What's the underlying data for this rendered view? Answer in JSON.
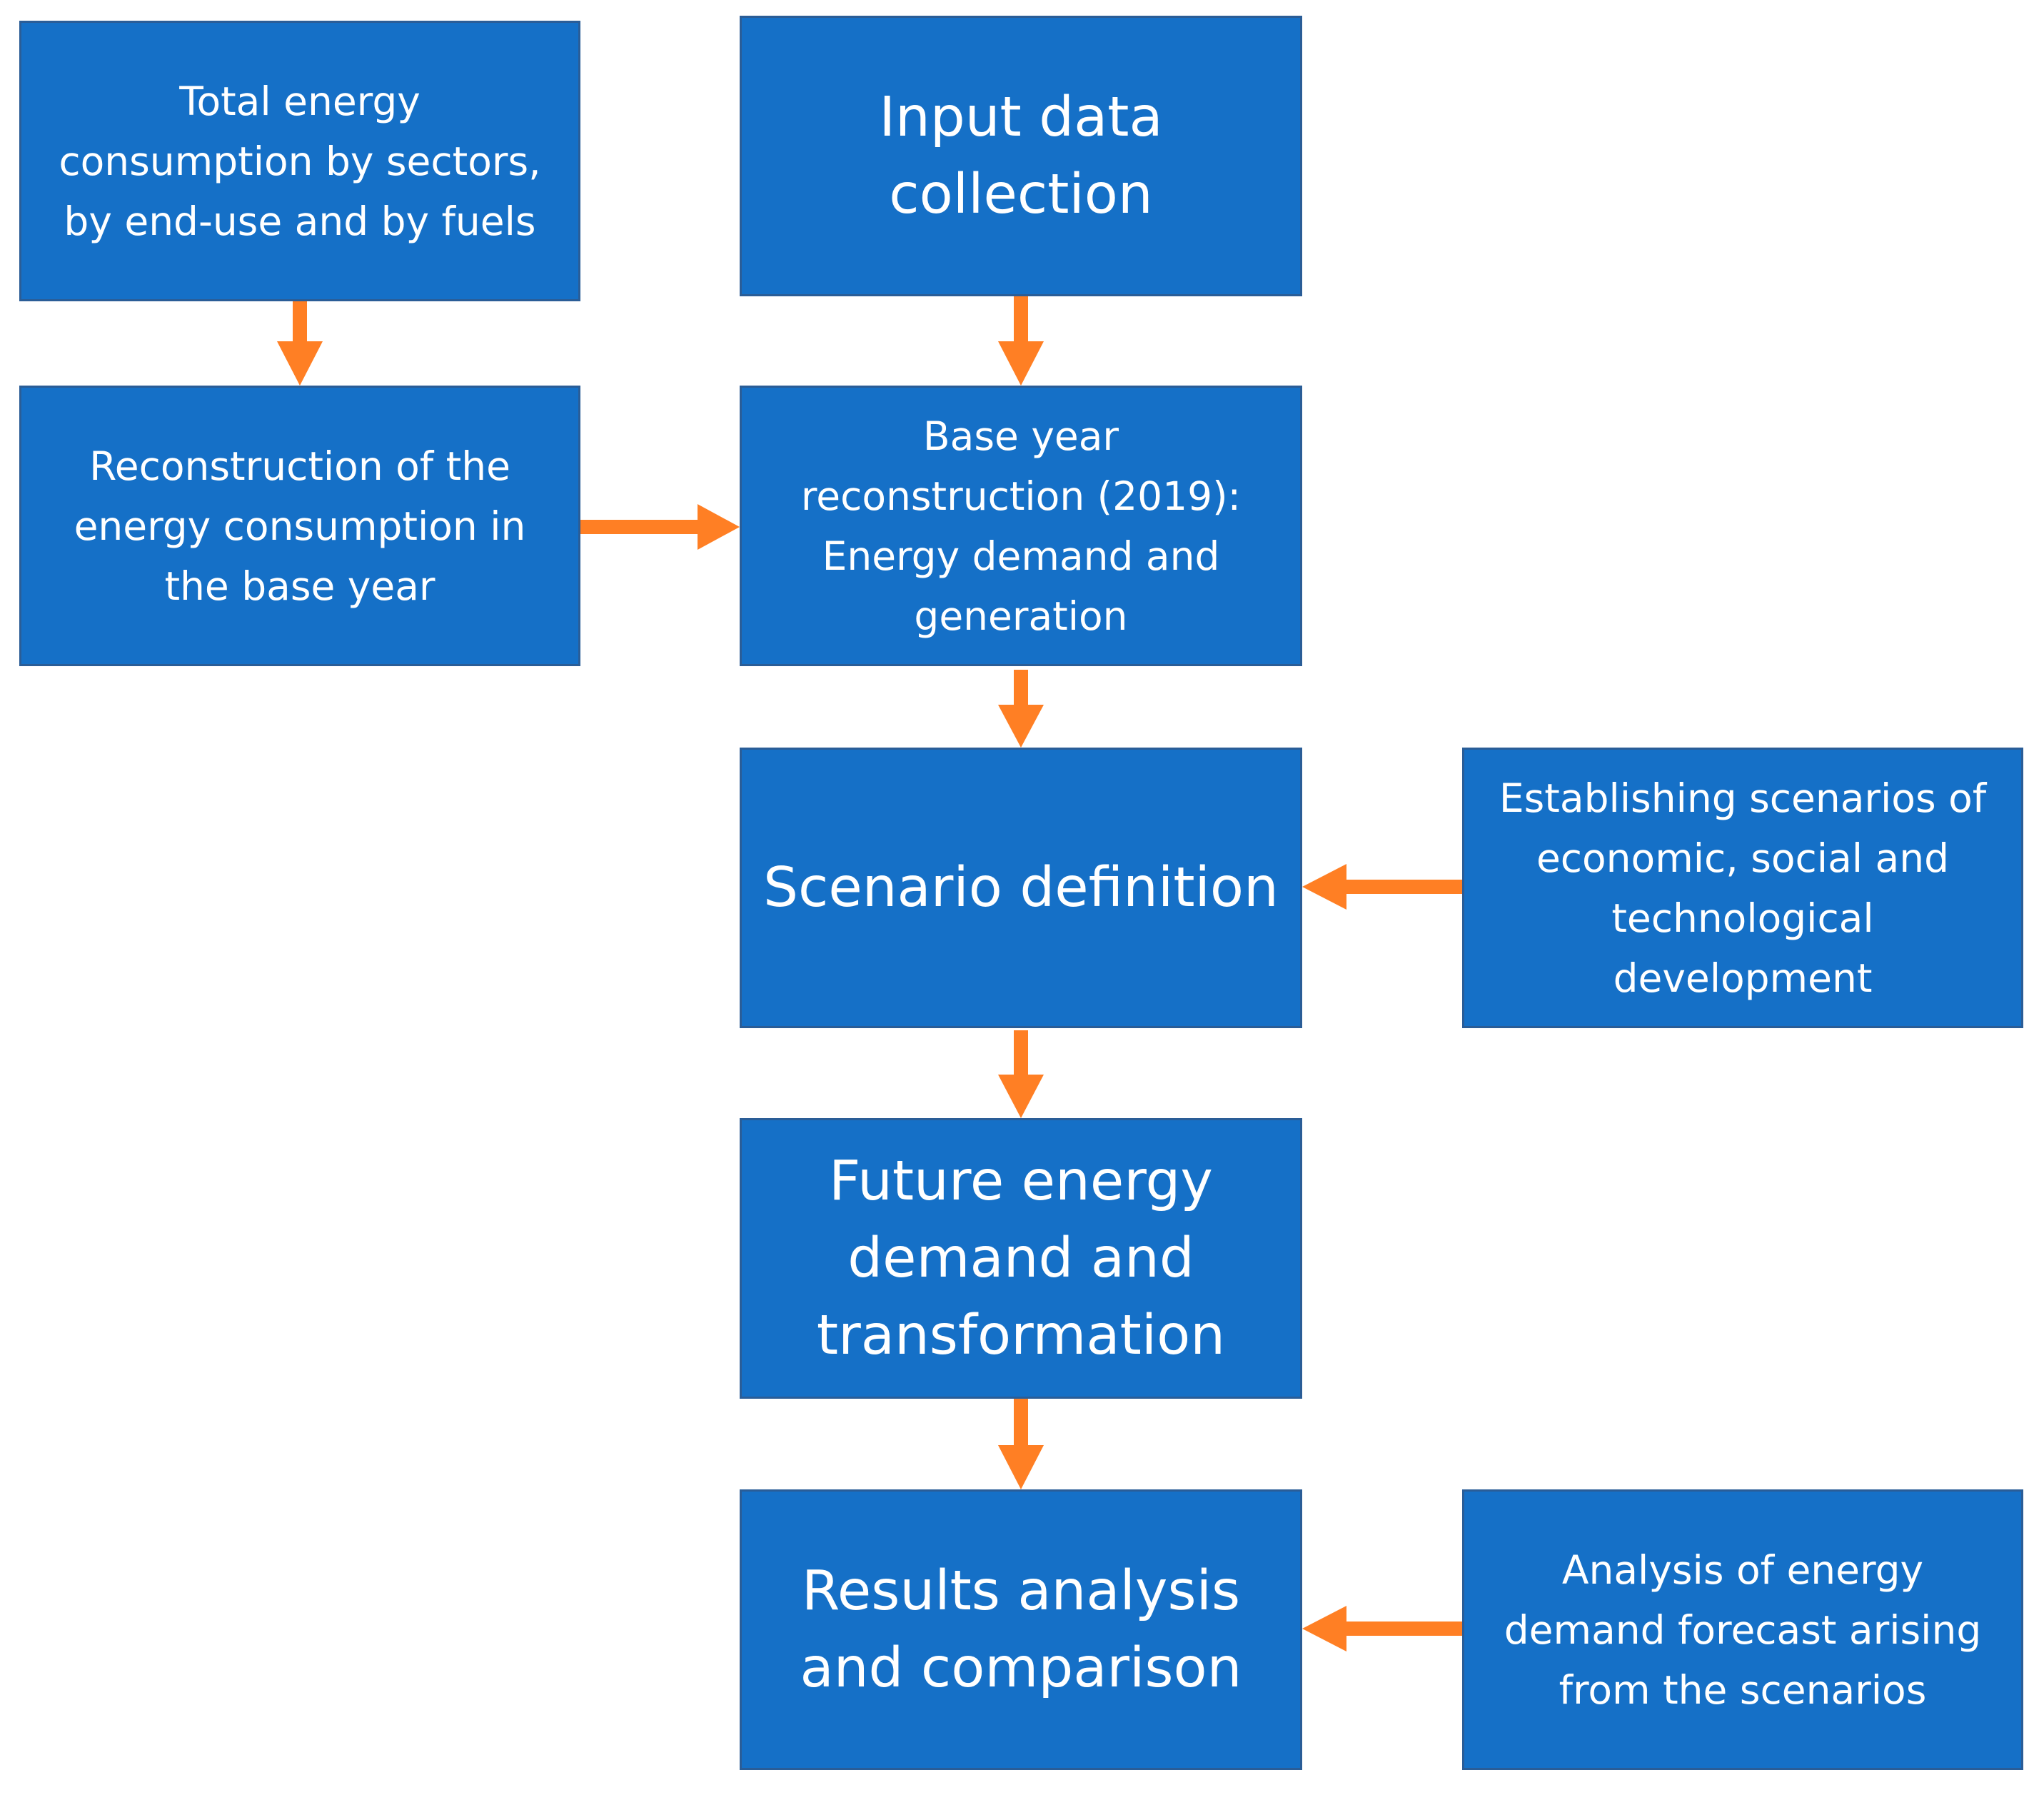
{
  "diagram": {
    "boxes": {
      "total_energy": "Total energy\nconsumption by sectors,\nby end-use and by fuels",
      "input_data": "Input data\ncollection",
      "reconstruction": "Reconstruction of the\nenergy consumption in\nthe base year",
      "base_year": "Base year\nreconstruction (2019):\nEnergy demand and\ngeneration",
      "scenario_definition": "Scenario definition",
      "establishing_scenarios": "Establishing scenarios of\neconomic, social and\ntechnological\ndevelopment",
      "future_energy": "Future energy\ndemand and\ntransformation",
      "results_analysis": "Results analysis\nand comparison",
      "analysis_forecast": "Analysis of energy\ndemand forecast arising\nfrom the scenarios"
    },
    "colors": {
      "box_fill": "#1570C7",
      "box_border": "#2A5D97",
      "box_text": "#FFFFFF",
      "arrow": "#FF7F24"
    }
  }
}
